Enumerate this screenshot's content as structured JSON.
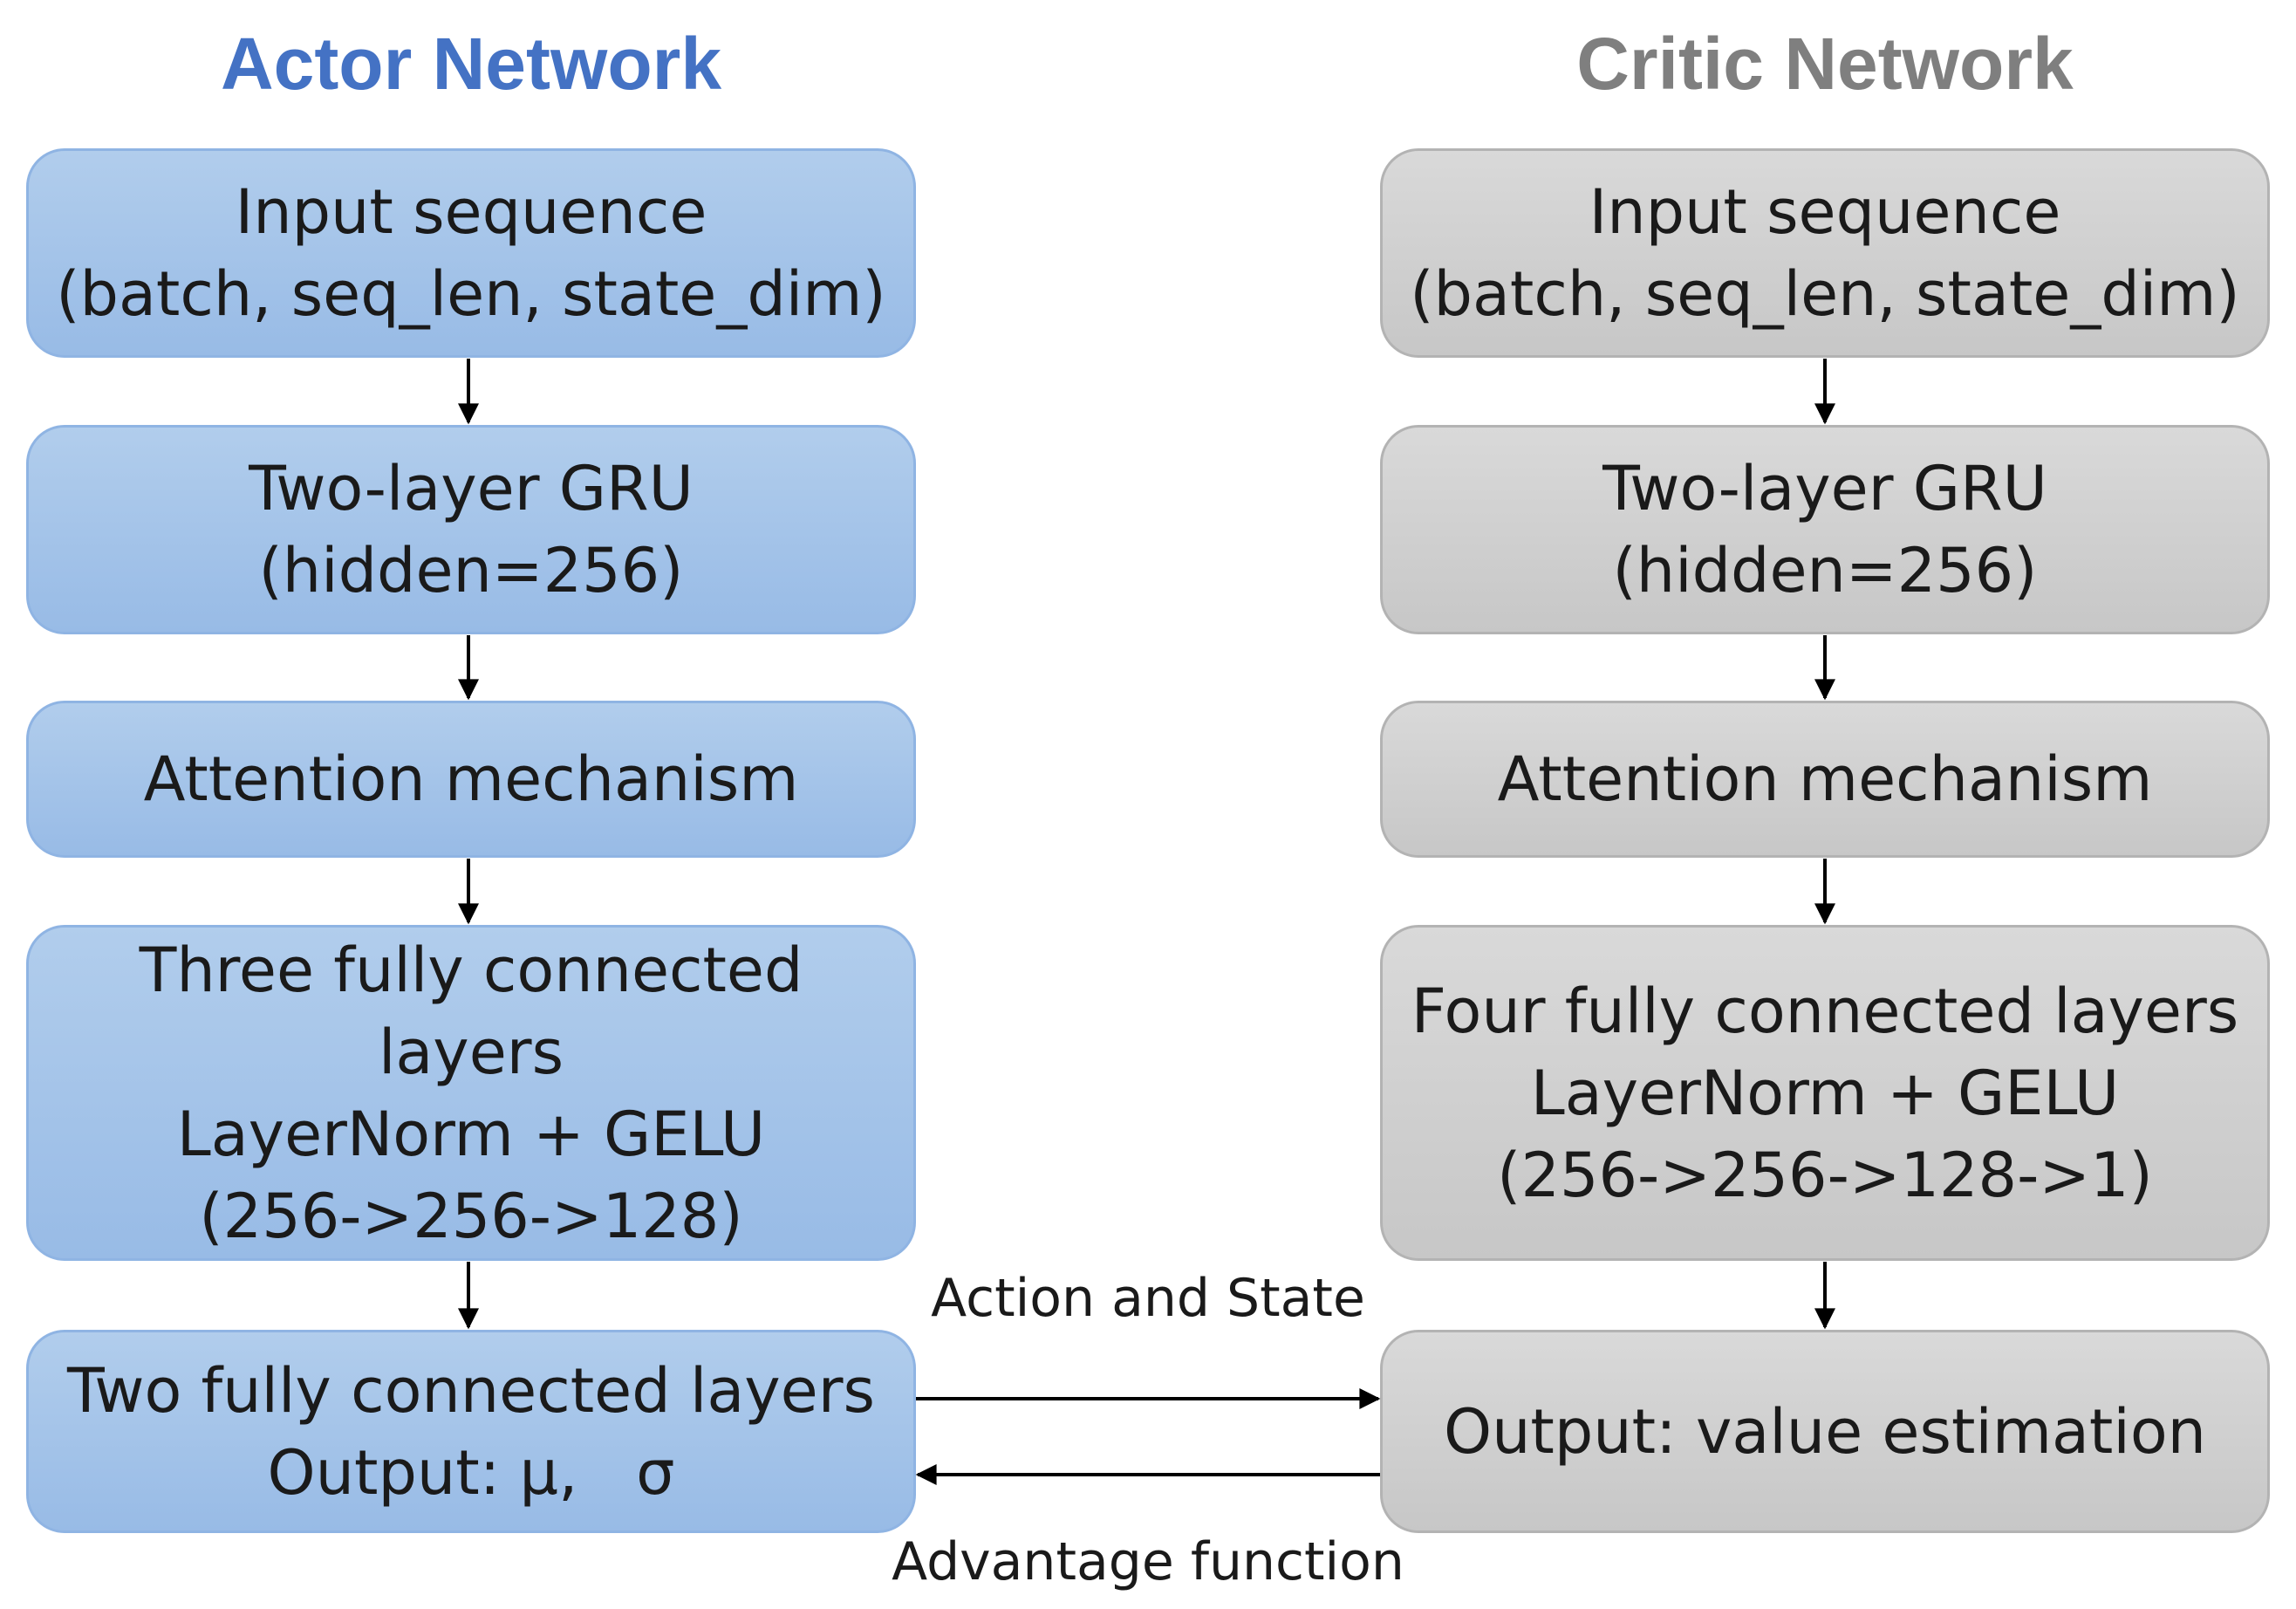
{
  "actor": {
    "title": "Actor Network",
    "blocks": [
      {
        "lines": [
          "Input sequence",
          "(batch, seq_len, state_dim)"
        ]
      },
      {
        "lines": [
          "Two-layer GRU",
          "(hidden=256)"
        ]
      },
      {
        "lines": [
          "Attention mechanism"
        ]
      },
      {
        "lines": [
          "Three fully connected",
          "layers",
          "LayerNorm + GELU",
          "(256->256->128)"
        ]
      },
      {
        "lines": [
          "Two fully connected layers",
          "Output: μ,   σ"
        ]
      }
    ]
  },
  "critic": {
    "title": "Critic Network",
    "blocks": [
      {
        "lines": [
          "Input sequence",
          "(batch, seq_len, state_dim)"
        ]
      },
      {
        "lines": [
          "Two-layer GRU",
          "(hidden=256)"
        ]
      },
      {
        "lines": [
          "Attention mechanism"
        ]
      },
      {
        "lines": [
          "Four fully connected layers",
          "LayerNorm + GELU",
          "(256->256->128->1)"
        ]
      },
      {
        "lines": [
          "Output: value estimation"
        ]
      }
    ]
  },
  "edges": {
    "actor_to_critic_label": "Action and State",
    "critic_to_actor_label": "Advantage function"
  },
  "colors": {
    "actor_title": "#4472c4",
    "critic_title": "#7f7f7f",
    "actor_fill": "#a5c4ea",
    "critic_fill": "#d0d0d0",
    "arrow": "#000000"
  }
}
